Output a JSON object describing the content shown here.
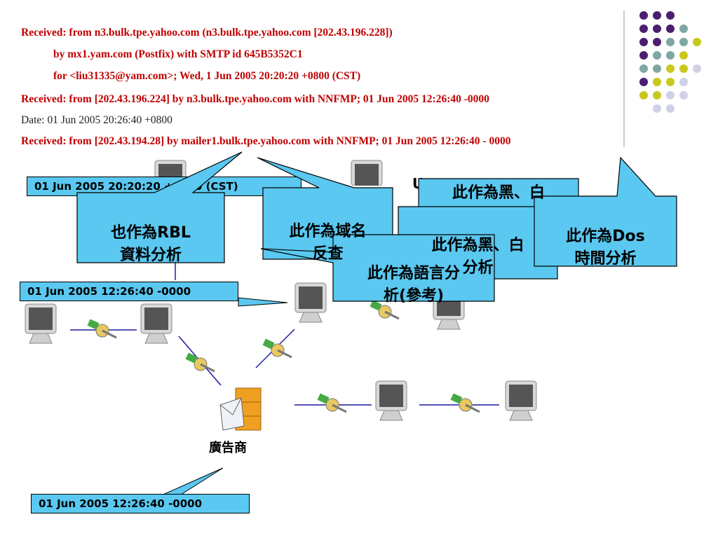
{
  "header_lines": [
    "Received: from n3.bulk.tpe.yahoo.com (n3.bulk.tpe.yahoo.com [202.43.196.228])",
    "by mx1.yam.com (Postfix) with SMTP id 645B5352C1",
    "for <liu31335@yam.com>; Wed,    1 Jun 2005 20:20:20 +0800 (CST)",
    "Received: from [202.43.196.224] by n3.bulk.tpe.yahoo.com with NNFMP; 01 Jun 2005 12:26:40 -0000",
    "Date: 01 Jun 2005 20:26:40 +0800",
    "Received: from [202.43.194.28] by mailer1.bulk.tpe.yahoo.com with NNFMP; 01 Jun 2005 12:26:40 - 0000"
  ],
  "timestamp_boxes": {
    "top": "01 Jun 2005 20:20:20 +0800 (CST)",
    "middle": "01 Jun 2005 12:26:40 -0000",
    "bottom": "01 Jun 2005 12:26:40 -0000"
  },
  "callouts": {
    "rbl": "也作為RBL\n資料分析",
    "domain": "此作為域名\n反查",
    "blackwhite_back": "此作為黑、白",
    "blackwhite_front": "此作為黑、白\n分析",
    "language": "此作為語言分\n析(參考)",
    "dos": "此作為Dos\n時間分析"
  },
  "partial_label": "U",
  "advertiser_label": "廣告商",
  "colors": {
    "header_red": "#c00000",
    "callout_fill": "#5ac8f0",
    "link_blue": "#1a1aa0",
    "dot_purple": "#4b1f6f",
    "dot_teal": "#7fa7a3",
    "dot_yellow": "#c8c81e",
    "dot_lavender": "#d0d0e8"
  },
  "icons": [
    "monitor-icon",
    "network-plug-icon",
    "mail-server-icon"
  ]
}
